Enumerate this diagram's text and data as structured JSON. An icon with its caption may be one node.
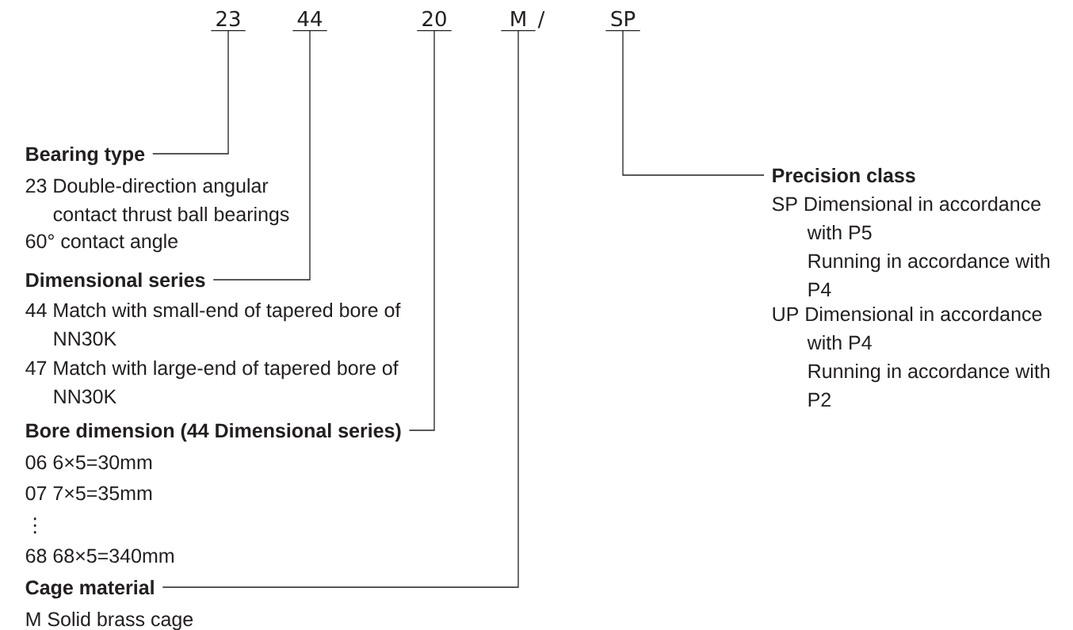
{
  "diagram": {
    "nodes": [
      {
        "text": [
          "23"
        ]
      },
      {
        "text": [
          "44"
        ]
      },
      {
        "text": [
          "20"
        ]
      },
      {
        "text": [
          "M"
        ]
      },
      {
        "text": [
          "SP"
        ]
      },
      {
        "text": [
          "Bearing type"
        ],
        "beside": [
          "23 Double-direction angular contact thrust ball bearings",
          "60° contact angle"
        ]
      },
      {
        "text": [
          "Dimensional series"
        ],
        "beside": [
          "44 Match with small-end of tapered bore of NN30K",
          "47 Match with large-end of tapered bore of NN30K"
        ]
      },
      {
        "text": [
          "Bore dimension (44 Dimensional series)"
        ],
        "beside": [
          "06 6×5=30mm",
          "07 7×5=35mm",
          "⋮",
          "68 68×5=340mm"
        ]
      },
      {
        "text": [
          "Cage material"
        ],
        "beside": [
          "M Solid brass cage"
        ]
      },
      {
        "text": [
          "Precision class"
        ],
        "beside": [
          "SP Dimensional in accordance with P5",
          "Running in accordance with P4",
          "UP Dimensional in accordance with P4",
          "Running in accordance with P2"
        ]
      }
    ],
    "edges": [
      {
        "from": 5,
        "to": 0,
        "arrow": "none"
      },
      {
        "from": 6,
        "to": 1,
        "arrow": "none"
      },
      {
        "from": 7,
        "to": 2,
        "arrow": "none"
      },
      {
        "from": 8,
        "to": 3,
        "arrow": "none"
      },
      {
        "from": 9,
        "to": 4,
        "arrow": "none"
      }
    ],
    "labels": [
      "/"
    ]
  }
}
